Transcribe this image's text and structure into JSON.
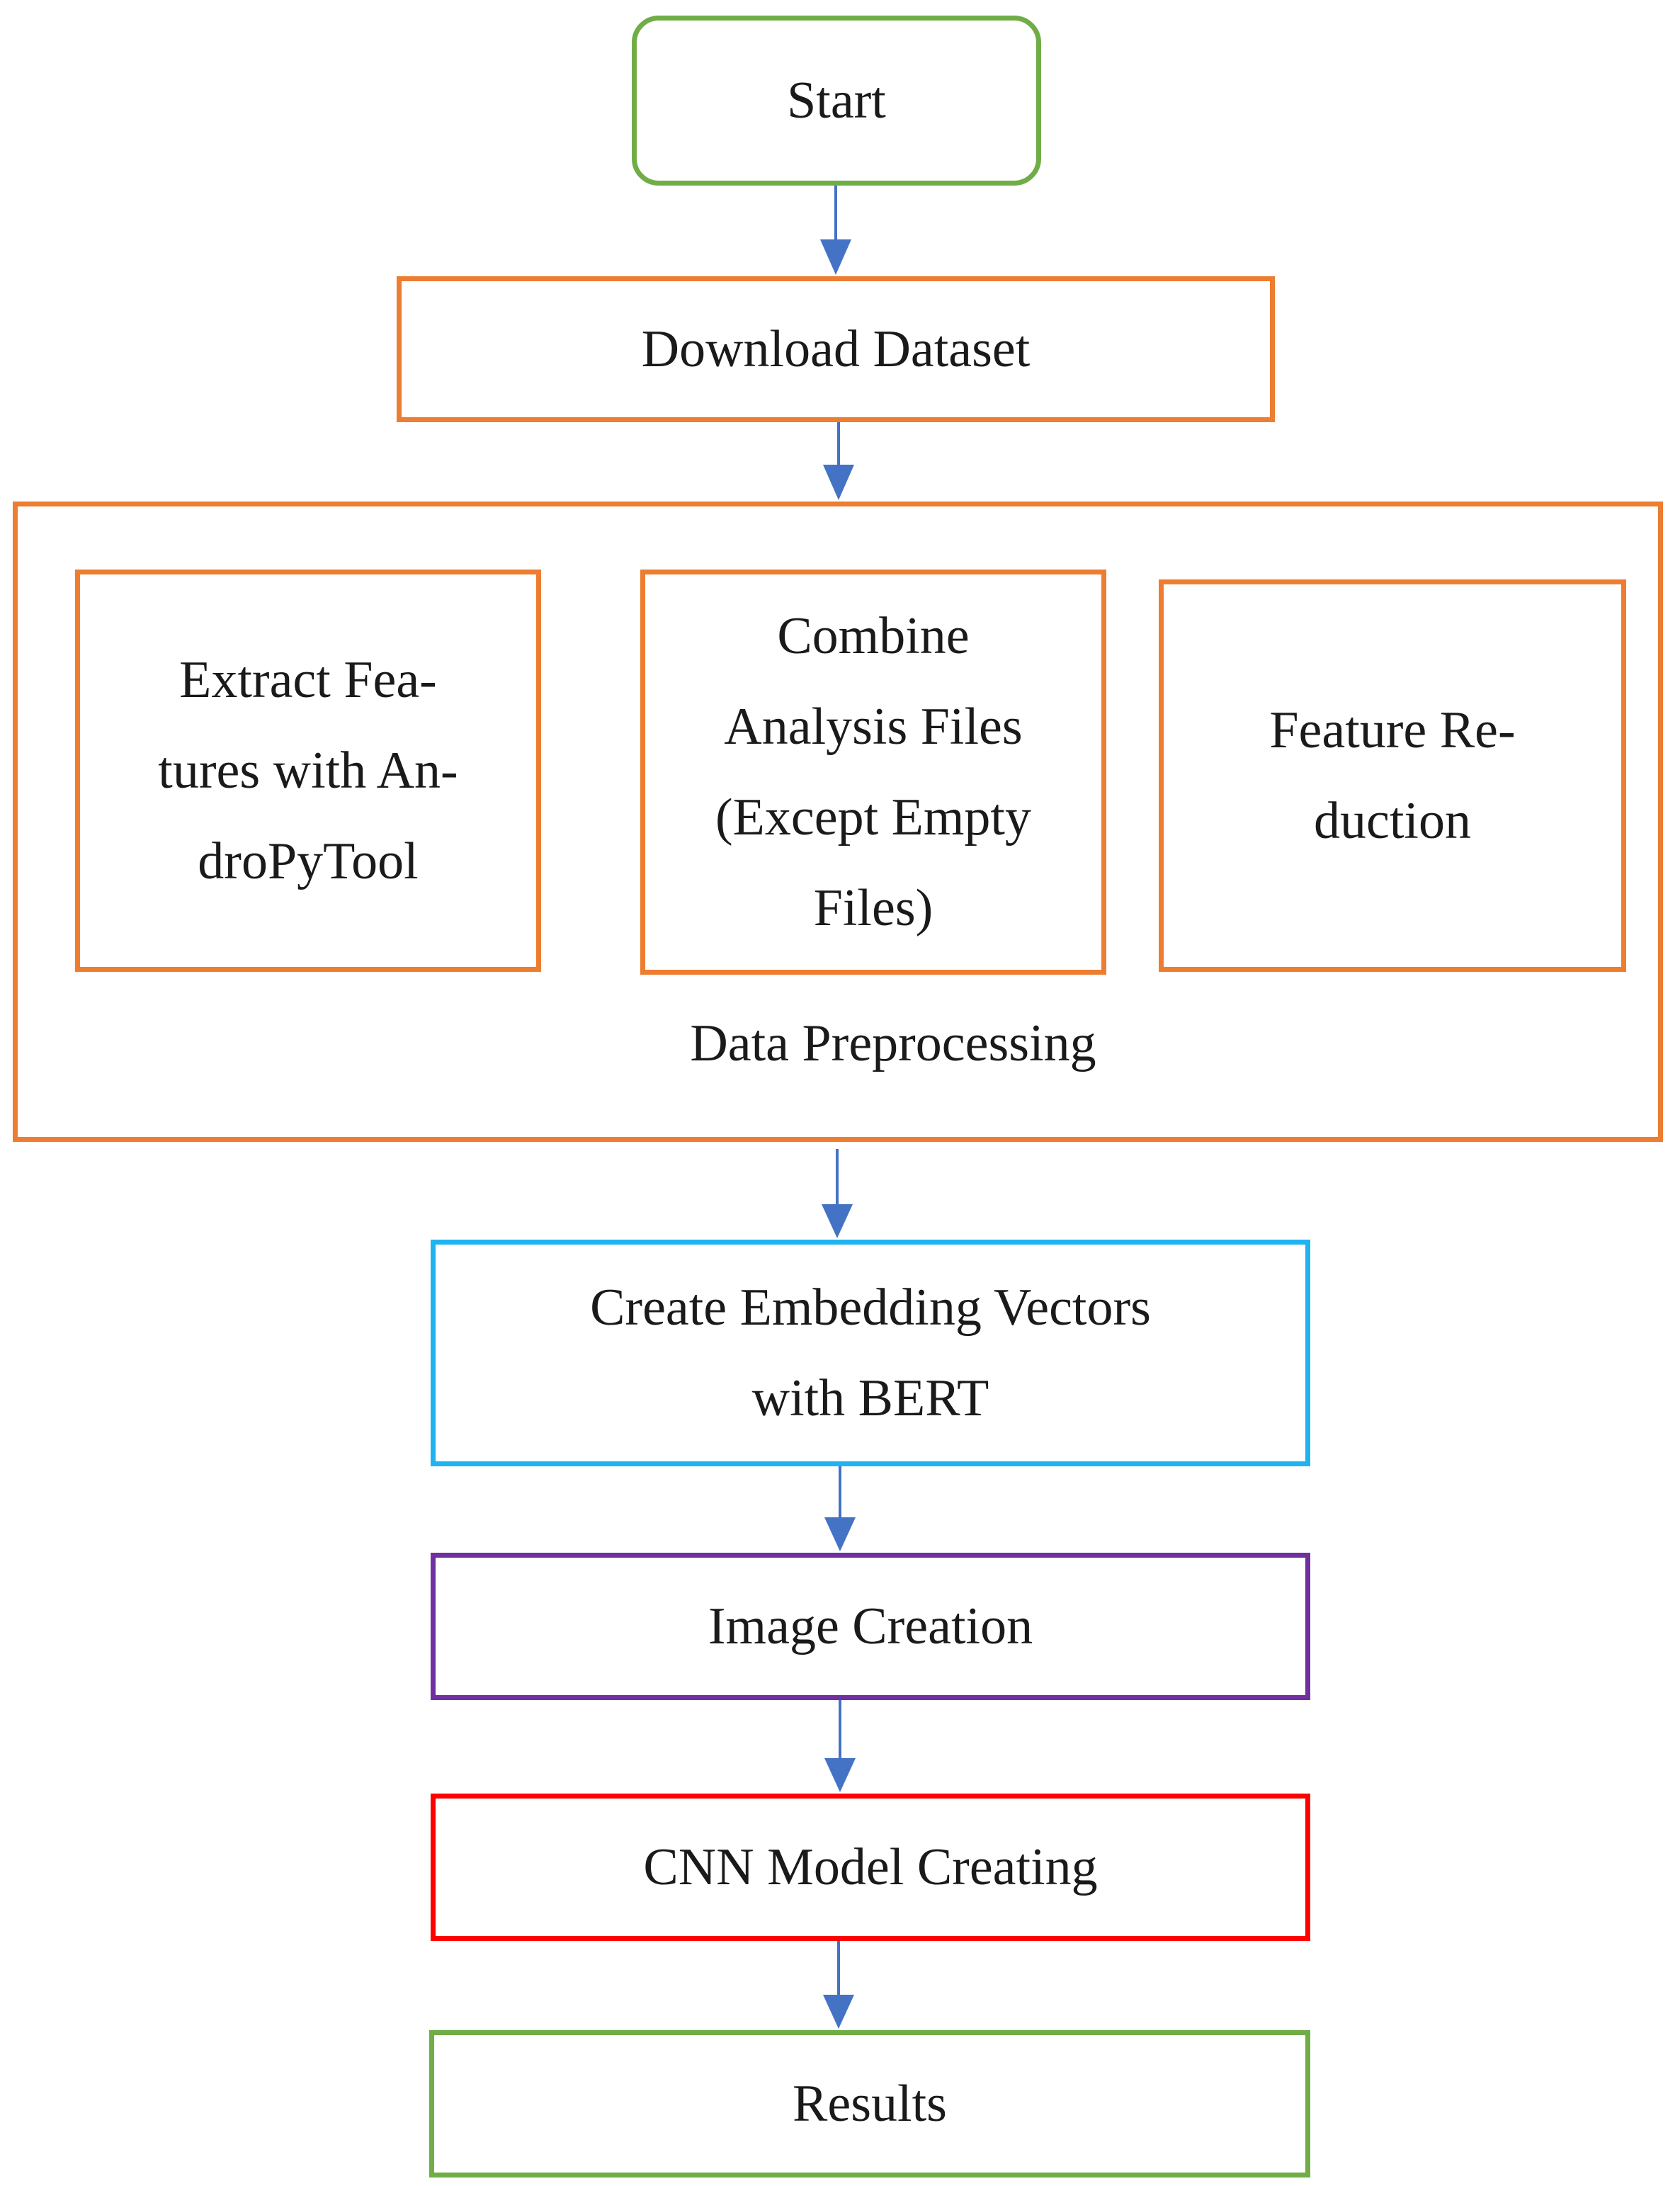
{
  "flowchart": {
    "start": "Start",
    "download_dataset": "Download Dataset",
    "data_preprocessing": {
      "title": "Data Preprocessing",
      "steps": [
        "Extract Fea-\ntures with An-\ndroPyTool",
        "Combine\nAnalysis Files\n(Except Empty\nFiles)",
        "Feature Re-\nduction"
      ]
    },
    "embedding": "Create Embedding Vectors\nwith BERT",
    "image_creation": "Image Creation",
    "cnn_model": "CNN Model Creating",
    "results": "Results"
  },
  "colors": {
    "start_border": "#70ad47",
    "dataset_border": "#ed7d31",
    "preprocessing_border": "#ed7d31",
    "embedding_border": "#1fb4f0",
    "image_border": "#7030a0",
    "cnn_border": "#ff0000",
    "results_border": "#70ad47",
    "arrow": "#4472c4"
  }
}
